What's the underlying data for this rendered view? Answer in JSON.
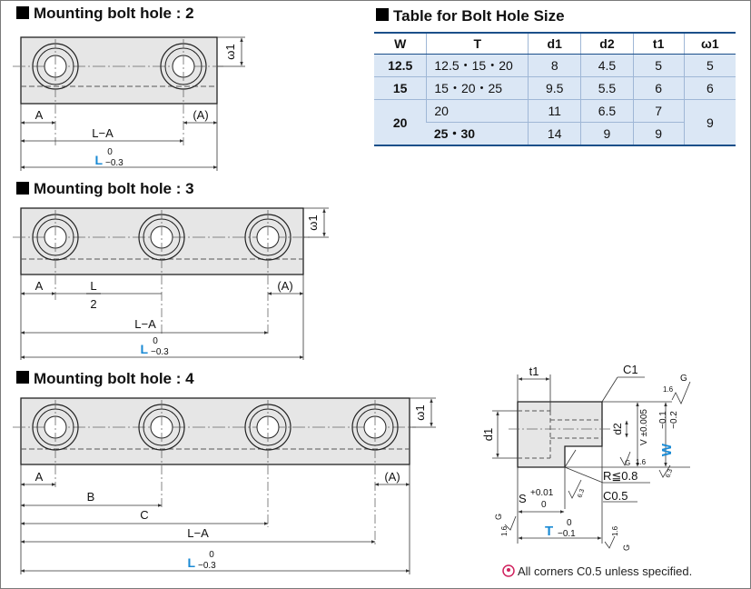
{
  "sections": {
    "hole2": {
      "title": "Mounting bolt hole : 2"
    },
    "hole3": {
      "title": "Mounting bolt hole : 3"
    },
    "hole4": {
      "title": "Mounting bolt hole : 4"
    }
  },
  "dims": {
    "w1": "ω1",
    "A": "A",
    "A_ref": "(A)",
    "L_minus_A": "L−A",
    "L": "L",
    "tol_top": "0",
    "tol_bottom": "−0.3",
    "L_half_num": "L",
    "L_half_den": "2",
    "B": "B",
    "C": "C"
  },
  "table": {
    "title": "Table for Bolt Hole Size",
    "headers": [
      "W",
      "T",
      "d1",
      "d2",
      "t1",
      "ω1"
    ],
    "rows": [
      {
        "W": "12.5",
        "T": "12.5・15・20",
        "d1": "8",
        "d2": "4.5",
        "t1": "5",
        "w1": "5"
      },
      {
        "W": "15",
        "T": "15・20・25",
        "d1": "9.5",
        "d2": "5.5",
        "t1": "6",
        "w1": "6"
      },
      {
        "W": "20",
        "T": "20",
        "d1": "11",
        "d2": "6.5",
        "t1": "7",
        "w1": "9"
      },
      {
        "W": "",
        "T": "25・30",
        "d1": "14",
        "d2": "9",
        "t1": "9",
        "w1": ""
      }
    ]
  },
  "section_view": {
    "t1": "t1",
    "C1": "C1",
    "d1": "d1",
    "d2": "d2",
    "V": "V ±0.005",
    "W": "W",
    "W_tol_top": "−0.1",
    "W_tol_bottom": "−0.2",
    "R": "R≦0.8",
    "C05": "C0.5",
    "S": "S",
    "S_tol_top": "+0.01",
    "S_tol_bottom": "0",
    "T": "T",
    "T_tol_top": "0",
    "T_tol_bottom": "−0.1",
    "rough_16": "1.6",
    "rough_63": "6.3",
    "G": "G",
    "note": "All corners C0.5 unless specified."
  },
  "colors": {
    "accent": "#1a8ad4",
    "table_fill": "#dbe7f5",
    "table_rule": "#1b4f8a",
    "part_fill": "#e6e6e6",
    "note_icon": "#d0225e"
  }
}
